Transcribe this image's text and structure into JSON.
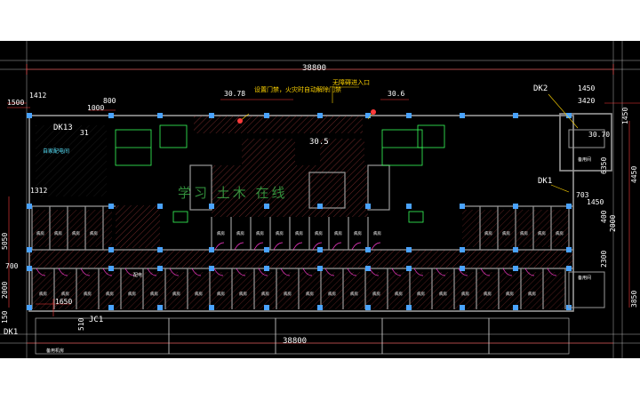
{
  "drawing": {
    "colors": {
      "background": "#000000",
      "wall": "#9a9a9a",
      "column": "#4aa3ff",
      "dim": "#ff3b3b",
      "axis": "#ffffff",
      "hatch": "#c84a4a",
      "door": "#ff3bd0",
      "green": "#39ff5a",
      "yellow": "#ffd400"
    },
    "dims": {
      "overall_top": "38800",
      "overall_bottom": "38800",
      "d1412": "1412",
      "d1500": "1500",
      "d1000": "1000",
      "d800": "800",
      "d31": "31",
      "d1312": "1312",
      "d5050": "5050",
      "d700": "700",
      "d2000": "2000",
      "d150": "150",
      "d1650": "1650",
      "d510": "510",
      "d1450a": "1450",
      "d3070": "30.70",
      "d6350": "6350",
      "d703": "703",
      "d1450b": "1450",
      "d400": "400",
      "d2000r": "2000",
      "d2300r": "2300",
      "d4450": "4450",
      "d3850": "3850",
      "d1450c": "1450",
      "d3420": "3420"
    },
    "elevations": {
      "e1": "30.78",
      "e2": "30.6",
      "e3": "30.5"
    },
    "tags": {
      "dk2": "DK2",
      "dk13": "DK13",
      "dk1_right": "DK1",
      "dk1_left": "DK1",
      "jc1": "JC1"
    },
    "notes": {
      "fire_door": "设置门禁，火灾时自动解除门禁",
      "exit_entry": "无障碍进入口",
      "left_room": "自家配电间",
      "right_top_room": "备用间",
      "right_bottom_room": "备用间",
      "bottom_left": "备用机房",
      "bottom_mid": "配电"
    },
    "rooms_top": [
      "病房",
      "病房",
      "病房",
      "病房",
      "病房",
      "病房",
      "病房",
      "病房",
      "病房",
      "病房",
      "病房",
      "病房",
      "病房",
      "病房",
      "病房",
      "病房",
      "病房",
      "病房",
      "病房"
    ],
    "rooms_bottom": [
      "病房",
      "病房",
      "病房",
      "病房",
      "病房",
      "病房",
      "病房",
      "病房",
      "病房",
      "病房",
      "病房",
      "病房",
      "病房",
      "病房",
      "病房",
      "病房",
      "病房",
      "病房",
      "病房",
      "病房",
      "病房",
      "病房",
      "病房"
    ],
    "watermark": "学习 土木 在线"
  }
}
